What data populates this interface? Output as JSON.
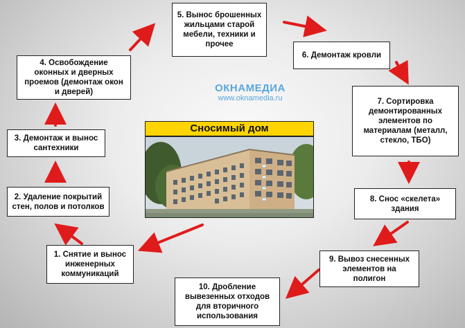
{
  "watermark": {
    "logo": "ОКНАМЕДИА",
    "url": "www.oknamedia.ru"
  },
  "center": {
    "title": "Сносимый дом"
  },
  "steps": [
    {
      "text": "1. Снятие и вынос\nинженерных\nкоммуникаций"
    },
    {
      "text": "2. Удаление покрытий\nстен, полов и потолков"
    },
    {
      "text": "3. Демонтаж и вынос\nсантехники"
    },
    {
      "text": "4. Освобождение\nоконных и дверных\nпроемов (демонтаж окон\nи дверей)"
    },
    {
      "text": "5. Вынос брошенных\nжильцами старой\nмебели, техники и\nпрочее"
    },
    {
      "text": "6. Демонтаж кровли"
    },
    {
      "text": "7. Сортировка\nдемонтированных\nэлементов по\nматериалам (металл,\nстекло, ТБО)"
    },
    {
      "text": "8. Снос «скелета»\nздания"
    },
    {
      "text": "9. Вывоз снесенных\nэлементов на\nполигон"
    },
    {
      "text": "10. Дробление\nвывезенных отходов\nдля вторичного\nиспользования"
    }
  ],
  "colors": {
    "arrow": "#e01b1b",
    "title_bg": "#ffd400",
    "watermark": "#5aa6dd"
  }
}
